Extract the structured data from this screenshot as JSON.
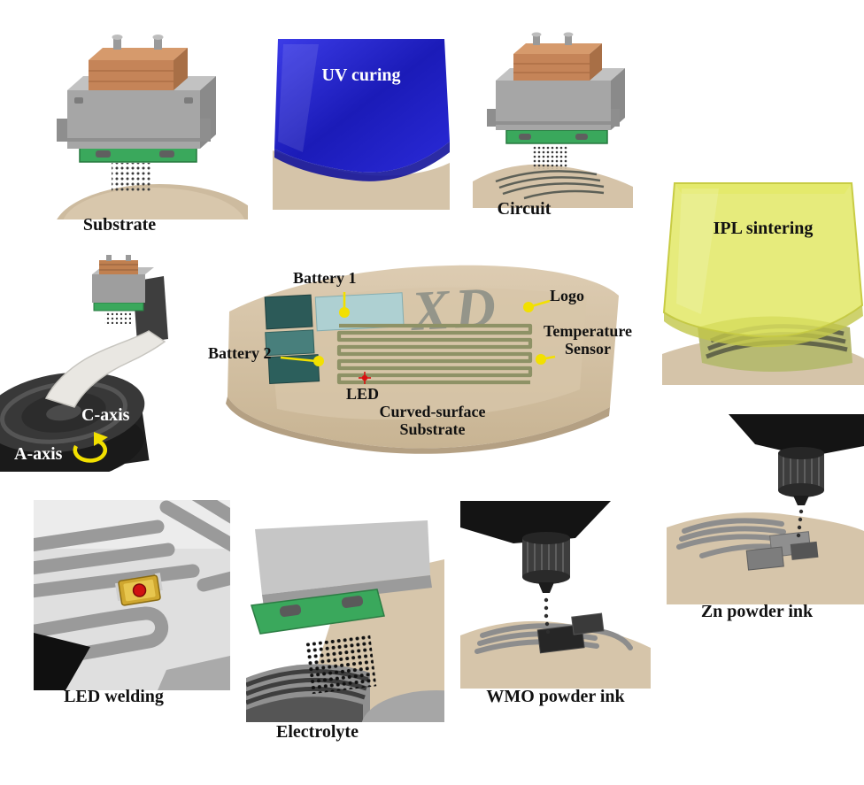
{
  "panels": {
    "substrate": {
      "label": "Substrate"
    },
    "uv_curing": {
      "label": "UV curing"
    },
    "circuit": {
      "label": "Circuit"
    },
    "ipl_sintering": {
      "label": "IPL sintering"
    },
    "rotary_stage": {
      "c_axis_label": "C-axis",
      "a_axis_label": "A-axis"
    },
    "device": {
      "battery1_label": "Battery 1",
      "battery2_label": "Battery 2",
      "logo_label": "Logo",
      "logo_mark": "XD",
      "temperature_sensor_label": "Temperature Sensor",
      "led_label": "LED",
      "substrate_label": "Curved-surface Substrate"
    },
    "led_welding": {
      "label": "LED welding"
    },
    "electrolyte": {
      "label": "Electrolyte"
    },
    "wmo_powder_ink": {
      "label": "WMO powder ink"
    },
    "zn_powder_ink": {
      "label": "Zn powder ink"
    }
  },
  "colors": {
    "uv_curing_blue": "#2121cc",
    "ipl_sintering_yellow": "#dfe45e",
    "substrate_beige": "#d6c5aa",
    "printhead_green": "#3aa85c",
    "printhead_copper": "#c58458",
    "annotation_yellow": "#f2e000",
    "led_red": "#d01212"
  }
}
